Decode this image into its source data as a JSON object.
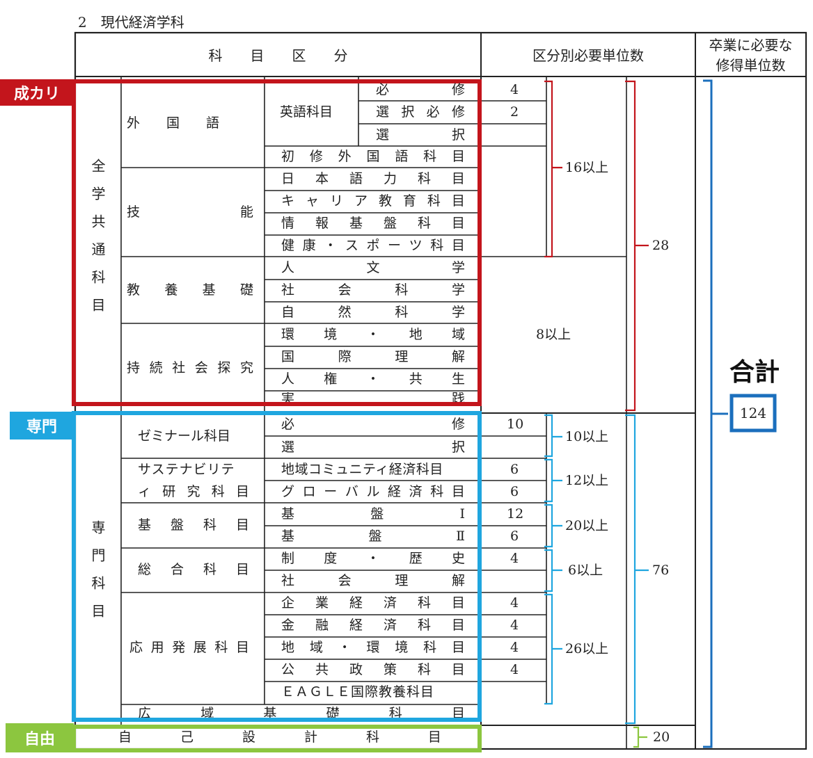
{
  "section_title": "2　現代経済学科",
  "header": {
    "col1": "科　　目　　区　　分",
    "col2": "区分別必要単位数",
    "col3_line1": "卒業に必要な",
    "col3_line2": "修得単位数"
  },
  "tags": {
    "seikari": "成カリ",
    "senmon": "専門",
    "jiyu": "自由",
    "gokei": "合計",
    "total": "124"
  },
  "zengaku": {
    "label": "全学共通科目",
    "gaikokugo": "外　　国　　語",
    "eigo": "英語科目",
    "hisshu": [
      "必",
      "修"
    ],
    "sentaku_hisshu": [
      "選",
      "択",
      "必",
      "修"
    ],
    "sentaku": [
      "選",
      "択"
    ],
    "shoshu": [
      "初",
      "修",
      "外",
      "国",
      "語",
      "科",
      "目"
    ],
    "gino": [
      "技",
      "能"
    ],
    "nihongo": [
      "日",
      "本",
      "語",
      "力",
      "科",
      "目"
    ],
    "career": [
      "キ",
      "ャ",
      "リ",
      "ア",
      "教",
      "育",
      "科",
      "目"
    ],
    "joho": [
      "情",
      "報",
      "基",
      "盤",
      "科",
      "目"
    ],
    "kenko": [
      "健",
      "康",
      "・",
      "ス",
      "ポ",
      "ー",
      "ツ",
      "科",
      "目"
    ],
    "kyoyo": [
      "教",
      "養",
      "基",
      "礎"
    ],
    "jinbun": [
      "人",
      "文",
      "学"
    ],
    "shakai": [
      "社",
      "会",
      "科",
      "学"
    ],
    "shizen": [
      "自",
      "然",
      "科",
      "学"
    ],
    "jizoku": [
      "持",
      "続",
      "社",
      "会",
      "探",
      "究"
    ],
    "kankyo": [
      "環",
      "境",
      "・",
      "地",
      "域"
    ],
    "kokusai": [
      "国",
      "際",
      "理",
      "解"
    ],
    "jinken": [
      "人",
      "権",
      "・",
      "共",
      "生"
    ],
    "jissen": [
      "実",
      "践"
    ],
    "units_hisshu": "4",
    "units_sentaku_hisshu": "2",
    "sub1": "16以上",
    "sub2": "8以上",
    "total": "28"
  },
  "senmon": {
    "label": "専門科目",
    "seminar": "ゼミナール科目",
    "sem_hisshu": [
      "必",
      "修"
    ],
    "sem_sentaku": [
      "選",
      "択"
    ],
    "sustain_l1": "サステナビリテ",
    "sustain_l2": [
      "ィ",
      "研",
      "究",
      "科",
      "目"
    ],
    "chiiki": "地域コミュニティ経済科目",
    "global": [
      "グ",
      "ロ",
      "ー",
      "バ",
      "ル",
      "経",
      "済",
      "科",
      "目"
    ],
    "kiban": [
      "基",
      "盤",
      "科",
      "目"
    ],
    "kiban1": [
      "基",
      "盤",
      "Ⅰ"
    ],
    "kiban2": [
      "基",
      "盤",
      "Ⅱ"
    ],
    "sogo": [
      "総",
      "合",
      "科",
      "目"
    ],
    "seido": [
      "制",
      "度",
      "・",
      "歴",
      "史"
    ],
    "shakai_rikai": [
      "社",
      "会",
      "理",
      "解"
    ],
    "oyo": [
      "応",
      "用",
      "発",
      "展",
      "科",
      "目"
    ],
    "kigyo": [
      "企",
      "業",
      "経",
      "済",
      "科",
      "目"
    ],
    "kinyu": [
      "金",
      "融",
      "経",
      "済",
      "科",
      "目"
    ],
    "chiiki_kankyo": [
      "地",
      "域",
      "・",
      "環",
      "境",
      "科",
      "目"
    ],
    "kokyo": [
      "公",
      "共",
      "政",
      "策",
      "科",
      "目"
    ],
    "eagle": "ＥＡＧＬＥ国際教養科目",
    "koiki": [
      "広",
      "域",
      "基",
      "礎",
      "科",
      "目"
    ],
    "units": {
      "sem_hisshu": "10",
      "chiiki": "6",
      "global": "6",
      "kiban1": "12",
      "kiban2": "6",
      "seido": "4",
      "kigyo": "4",
      "kinyu": "4",
      "chiiki_kankyo": "4",
      "kokyo": "4"
    },
    "sub_seminar": "10以上",
    "sub_sustain": "12以上",
    "sub_kiban": "20以上",
    "sub_sogo": "6以上",
    "sub_oyo": "26以上",
    "total": "76"
  },
  "jiyu": {
    "label": [
      "自",
      "己",
      "設",
      "計",
      "科",
      "目"
    ],
    "total": "20"
  },
  "colors": {
    "seikari": "#c3151c",
    "senmon": "#1fa6df",
    "jiyu": "#8cc63f",
    "gokei": "#1b6fbd"
  }
}
